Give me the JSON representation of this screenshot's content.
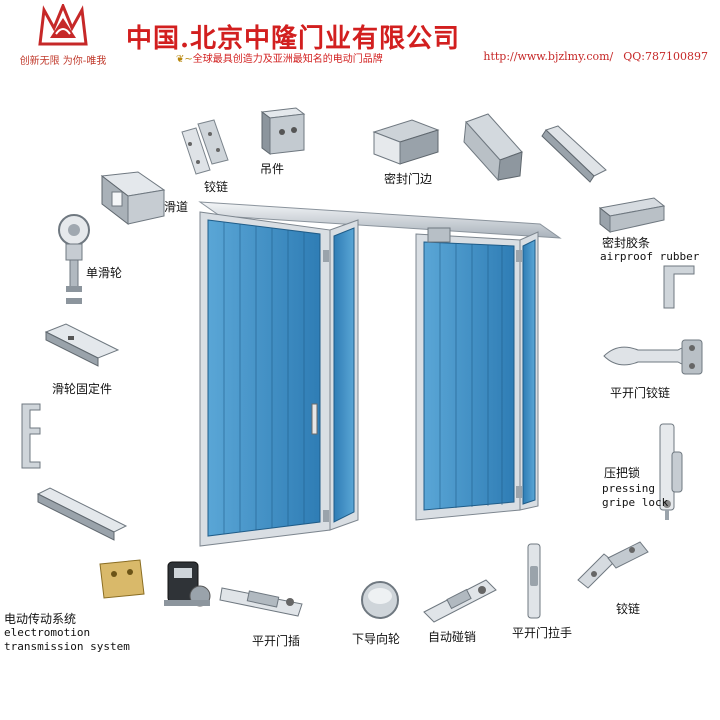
{
  "header": {
    "slogan": "创新无限 为你-唯我",
    "company": "中国.北京中隆门业有限公司",
    "tagline": "全球最具创造力及亚洲最知名的电动门品牌",
    "url": "http://www.bjzlmy.com/",
    "qq": "QQ:787100897"
  },
  "colors": {
    "brand_red": "#d21f1f",
    "door_blue": "#3f8fc4",
    "frame_gray": "#c4cbd2"
  },
  "parts": {
    "hinge": "铰链",
    "hanger": "吊件",
    "seal_edge": "密封门边",
    "track": "滑道",
    "seal_strip_cn": "密封胶条",
    "seal_strip_en": "airproof rubber",
    "single_pulley": "单滑轮",
    "pulley_fixer": "滑轮固定件",
    "flat_hinge": "平开门铰链",
    "press_lock_cn": "压把锁",
    "press_lock_en1": "pressing",
    "press_lock_en2": "gripe lock",
    "drive_cn": "电动传动系统",
    "drive_en1": "electromotion",
    "drive_en2": "transmission system",
    "flat_bolt": "平开门插",
    "lower_guide": "下导向轮",
    "auto_latch": "自动碰销",
    "flat_handle": "平开门拉手",
    "hinge_bottom": "铰链"
  }
}
